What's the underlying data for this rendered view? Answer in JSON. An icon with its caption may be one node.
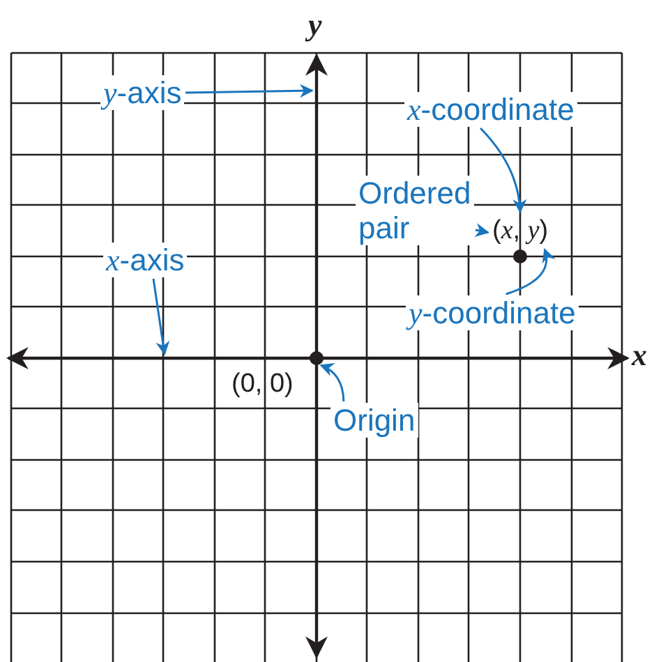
{
  "diagram": {
    "nodes": [
      {
        "text": [
          "*y*-axis"
        ]
      },
      {
        "text": [
          "*x*-coordinate"
        ]
      },
      {
        "text": [
          "Ordered pair"
        ]
      },
      {
        "text": [
          "(*x*, *y*)"
        ]
      },
      {
        "text": [
          "*x*-axis"
        ]
      },
      {
        "text": [
          "*y*-coordinate"
        ]
      },
      {
        "text": [
          "Origin"
        ]
      },
      {
        "text": [],
        "shape": "circle"
      },
      {
        "text": [],
        "shape": "circle"
      }
    ],
    "edges": [
      {
        "from": 0,
        "to": null,
        "arrow": "to"
      },
      {
        "from": 1,
        "to": 3,
        "arrow": "to"
      },
      {
        "from": 2,
        "to": 3,
        "arrow": "to"
      },
      {
        "from": 4,
        "to": null,
        "arrow": "to"
      },
      {
        "from": 5,
        "to": 3,
        "arrow": "to"
      },
      {
        "from": 6,
        "to": 8,
        "arrow": "to"
      }
    ],
    "labels": [
      "*y*",
      "*x*",
      "(0, 0)"
    ]
  }
}
